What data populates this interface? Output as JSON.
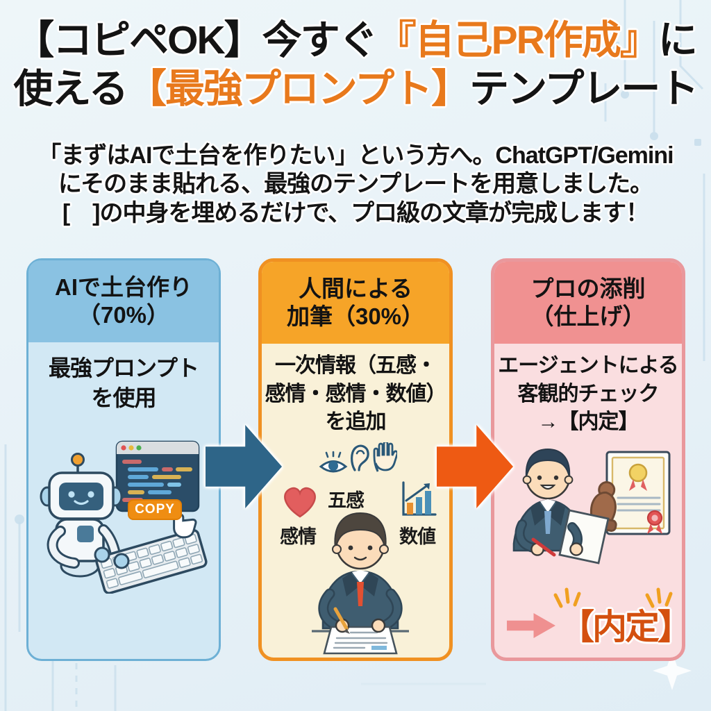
{
  "colors": {
    "background": "#e9f2f7",
    "title_highlight": "#e8791c",
    "step1_header": "#8ac2e2",
    "step1_body_bg": "#d2e8f4",
    "step1_border": "#6db0d5",
    "step2_header": "#f6a428",
    "step2_body_bg": "#f9f1d8",
    "step2_border": "#f09122",
    "step3_header": "#f09191",
    "step3_body_bg": "#fadee0",
    "step3_border": "#e9989c",
    "arrow_step1_to_2": "#2e6588",
    "arrow_step2_to_3": "#ee5a13",
    "copy_button_bg": "#ef8d12",
    "result_text": "#d4500f",
    "result_arrow": "#ef9090"
  },
  "title": {
    "line1": [
      {
        "text": "【コピペOK】今すぐ"
      },
      {
        "text": "『自己PR作成』"
      },
      {
        "text": "に"
      }
    ],
    "line2": [
      {
        "text": "使える"
      },
      {
        "text": "【最強プロンプト】"
      },
      {
        "text": "テンプレート"
      }
    ]
  },
  "subtitle": {
    "lines": [
      "「まずはAIで土台を作りたい」という方へ。ChatGPT/Gemini",
      "にそのまま貼れる、最強のテンプレートを用意しました。",
      "[　]の中身を埋めるだけで、プロ級の文章が完成します！"
    ]
  },
  "steps": [
    {
      "header_line1": "AIで土台作り",
      "header_line2": "（70%）",
      "body_line1": "最強プロンプト",
      "body_line2": "を使用",
      "copy_button_label": "COPY",
      "illustration": "robot-typing-on-keyboard-with-code-window"
    },
    {
      "header_line1": "人間による",
      "header_line2": "加筆（30%）",
      "body_line1": "一次情報（五感・",
      "body_line2": "感情・感情・数値）",
      "body_line3": "を追加",
      "icon_label_senses": "五感",
      "icon_label_emotion": "感情",
      "icon_label_numbers": "数値",
      "illustration": "person-writing-on-paper"
    },
    {
      "header_line1": "プロの添削",
      "header_line2": "（仕上げ）",
      "body_line1": "エージェントによる",
      "body_line2": "客観的チェック",
      "body_line3": "→【内定】",
      "result_label": "【内定】",
      "illustration": "agent-with-certificate-and-stamp"
    }
  ]
}
